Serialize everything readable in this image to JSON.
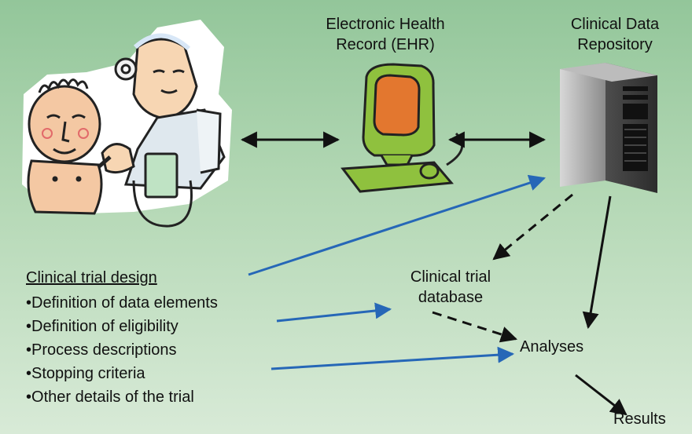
{
  "labels": {
    "ehr": [
      "Electronic Health",
      "Record (EHR)"
    ],
    "repository": [
      "Clinical Data",
      "Repository"
    ],
    "trial_db": [
      "Clinical trial",
      "database"
    ],
    "analyses": "Analyses",
    "results": "Results"
  },
  "design": {
    "title": "Clinical trial design",
    "items": [
      "Definition of data elements",
      "Definition of eligibility",
      "Process descriptions",
      "Stopping criteria",
      "Other details of the trial"
    ]
  },
  "icons": {
    "illustration": "doctor-patient-illustration-icon",
    "ehr": "computer-monitor-icon",
    "repository": "server-tower-icon"
  },
  "colors": {
    "background_top": "#93c69a",
    "background_bottom": "#d8ead7",
    "arrow_black": "#111111",
    "arrow_blue": "#2667b7"
  }
}
